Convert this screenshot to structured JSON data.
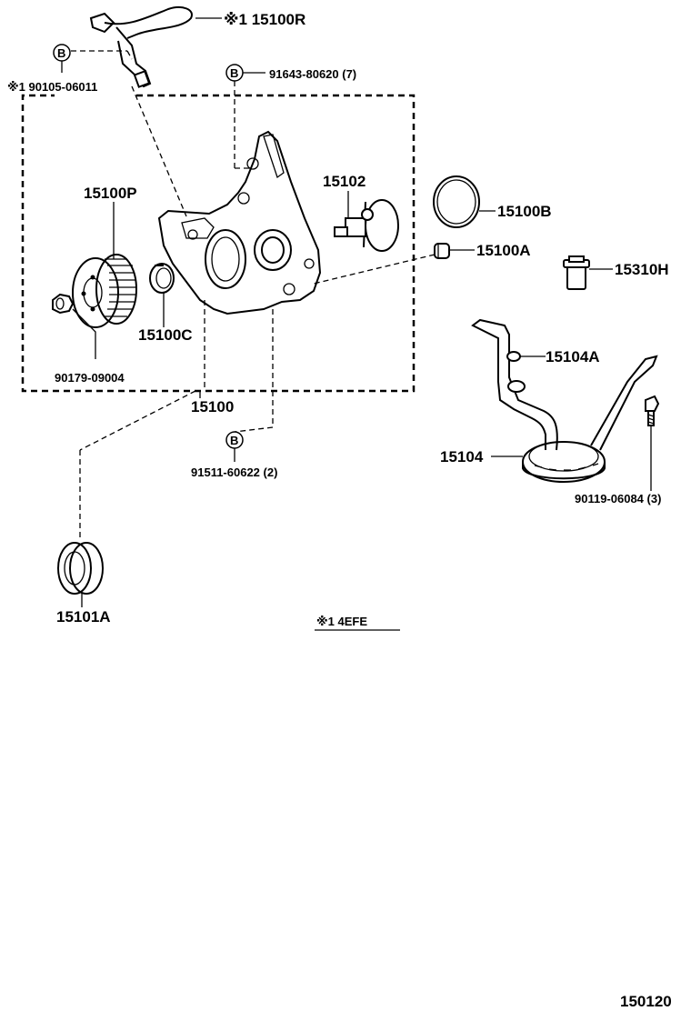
{
  "diagram": {
    "labels": {
      "p15100R": "※1 15100R",
      "p90105": "※1 90105-06011",
      "p91643": "91643-80620 (7)",
      "p15100P": "15100P",
      "p15102": "15102",
      "p15100B": "15100B",
      "p15100A": "15100A",
      "p15310H": "15310H",
      "p15100C": "15100C",
      "p15104A": "15104A",
      "p90179": "90179-09004",
      "p15100": "15100",
      "p15104": "15104",
      "p91511": "91511-60622 (2)",
      "p90119": "90119-06084 (3)",
      "p15101A": "15101A",
      "note4EFE": "※1 4EFE",
      "pageCode": "150120"
    },
    "bolt_marker": "B"
  }
}
